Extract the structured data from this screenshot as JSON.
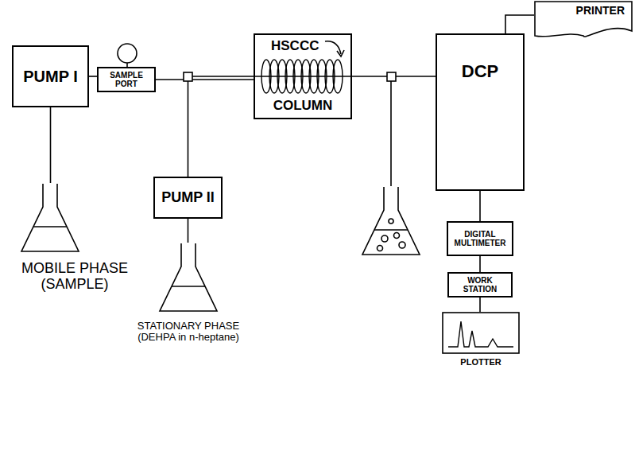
{
  "diagram": {
    "nodes": [
      {
        "text": [
          "PUMP I"
        ]
      },
      {
        "text": [
          "SAMPLE PORT"
        ]
      },
      {
        "text": [
          "HSCCC",
          "COLUMN"
        ]
      },
      {
        "text": [
          "DCP"
        ]
      },
      {
        "text": [
          "PRINTER"
        ]
      },
      {
        "text": [
          "PUMP II"
        ]
      },
      {
        "text": [
          "DIGITAL MULTIMETER"
        ]
      },
      {
        "text": [
          "WORK STATION"
        ]
      },
      {
        "text": [
          "PLOTTER"
        ]
      },
      {
        "text": [
          "MOBILE PHASE (SAMPLE)"
        ]
      },
      {
        "text": [
          "STATIONARY PHASE (DEHPA in n-heptane)"
        ]
      }
    ],
    "edges": [
      {
        "from": 0,
        "to": 1,
        "arrow": "none"
      },
      {
        "from": 1,
        "to": 2,
        "arrow": "none"
      },
      {
        "from": 5,
        "to": 2,
        "arrow": "none"
      },
      {
        "from": 2,
        "to": 3,
        "arrow": "none"
      },
      {
        "from": 3,
        "to": 4,
        "arrow": "none"
      },
      {
        "from": 9,
        "to": 0,
        "arrow": "none"
      },
      {
        "from": 10,
        "to": 5,
        "arrow": "none"
      },
      {
        "from": 3,
        "to": 6,
        "arrow": "none"
      },
      {
        "from": 6,
        "to": 7,
        "arrow": "none"
      },
      {
        "from": 7,
        "to": 8,
        "arrow": "none"
      }
    ]
  }
}
